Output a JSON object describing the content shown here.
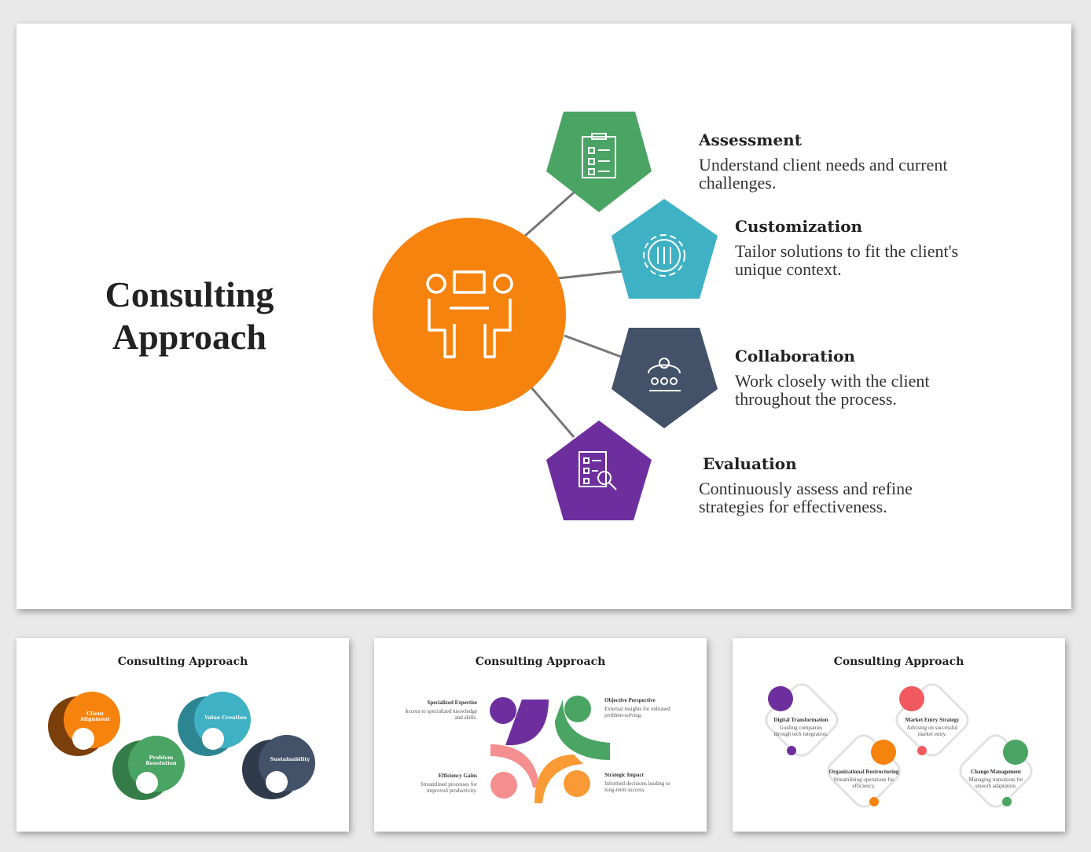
{
  "main": {
    "title_line1": "Consulting",
    "title_line2": "Approach",
    "center_icon": "meeting-people-icon",
    "steps": [
      {
        "heading": "Assessment",
        "desc_line1": "Understand client needs and current",
        "desc_line2": "challenges.",
        "color": "#4aa463",
        "icon": "checklist-clipboard-icon"
      },
      {
        "heading": "Customization",
        "desc_line1": "Tailor solutions to fit the client's",
        "desc_line2": "unique context.",
        "color": "#3fb1c4",
        "icon": "gear-sliders-icon"
      },
      {
        "heading": "Collaboration",
        "desc_line1": "Work closely with the client",
        "desc_line2": "throughout the process.",
        "color": "#435269",
        "icon": "team-idea-icon"
      },
      {
        "heading": "Evaluation",
        "desc_line1": "Continuously assess and refine",
        "desc_line2": "strategies for effectiveness.",
        "color": "#6e2f9e",
        "icon": "report-search-icon"
      }
    ],
    "center_color": "#f7830f"
  },
  "thumbs": [
    {
      "title": "Consulting Approach",
      "items": [
        "Client Alignment",
        "Problem Resolution",
        "Value Creation",
        "Sustainability"
      ]
    },
    {
      "title": "Consulting Approach",
      "items": [
        {
          "heading": "Specialized Expertise",
          "desc": "Access to specialized knowledge and skills."
        },
        {
          "heading": "Objective Perspective",
          "desc": "External insights for unbiased problem-solving."
        },
        {
          "heading": "Efficiency Gains",
          "desc": "Streamlined processes for improved productivity."
        },
        {
          "heading": "Strategic Impact",
          "desc": "Informed decisions leading to long-term success."
        }
      ]
    },
    {
      "title": "Consulting Approach",
      "items": [
        {
          "heading": "Digital Transformation",
          "desc": "Guiding companies through tech integration."
        },
        {
          "heading": "Market Entry Strategy",
          "desc": "Advising on successful market entry."
        },
        {
          "heading": "Organizational Restructuring",
          "desc": "Streamlining operations for efficiency."
        },
        {
          "heading": "Change Management",
          "desc": "Managing transitions for smooth adaptation."
        }
      ]
    }
  ]
}
